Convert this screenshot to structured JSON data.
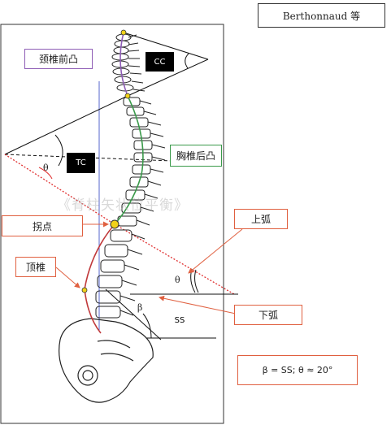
{
  "title": "Berthonnaud 等",
  "labels": {
    "cervical_lordosis": "颈椎前凸",
    "thoracic_kyphosis": "胸椎后凸",
    "inflection_point": "拐点",
    "upper_arc": "上弧",
    "apex": "顶椎",
    "lower_arc": "下弧"
  },
  "tags": {
    "cc": "CC",
    "tc": "TC",
    "ss": "SS"
  },
  "angle_symbols": {
    "theta_left": "θ",
    "theta_right": "θ",
    "beta": "β"
  },
  "formula": "β = SS; θ ≈ 20°",
  "watermark": "《脊柱矢状位平衡》",
  "colors": {
    "cervical": "#8e5cb5",
    "thoracic": "#3a9a4a",
    "lumbar": "#c0393b",
    "callout": "#e06040",
    "plumb_line": "#5566cc",
    "marker": "#f2d21a"
  }
}
